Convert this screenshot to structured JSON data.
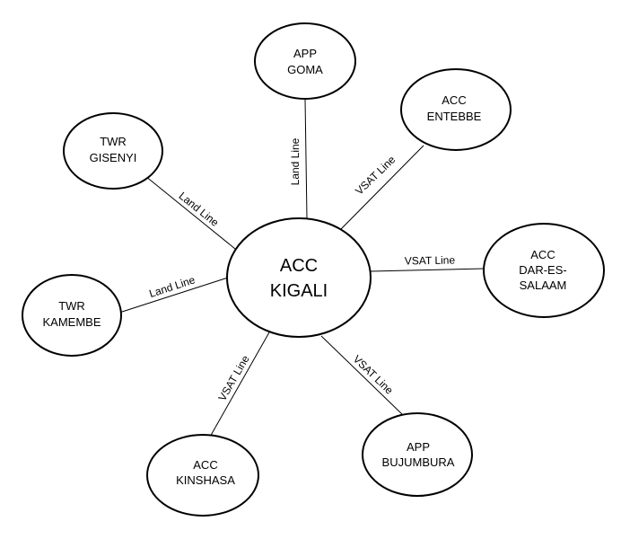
{
  "center": {
    "line1": "ACC",
    "line2": "KIGALI"
  },
  "nodes": {
    "goma": {
      "line1": "APP",
      "line2": "GOMA"
    },
    "entebbe": {
      "line1": "ACC",
      "line2": "ENTEBBE"
    },
    "gisenyi": {
      "line1": "TWR",
      "line2": "GISENYI"
    },
    "dar": {
      "line1": "ACC",
      "line2": "DAR-ES-",
      "line3": "SALAAM"
    },
    "kamembe": {
      "line1": "TWR",
      "line2": "KAMEMBE"
    },
    "kinshasa": {
      "line1": "ACC",
      "line2": "KINSHASA"
    },
    "bujumbura": {
      "line1": "APP",
      "line2": "BUJUMBURA"
    }
  },
  "links": {
    "goma": "Land Line",
    "entebbe": "VSAT Line",
    "gisenyi": "Land Line",
    "dar": "VSAT Line",
    "kamembe": "Land Line",
    "kinshasa": "VSAT Line",
    "bujumbura": "VSAT Line"
  }
}
